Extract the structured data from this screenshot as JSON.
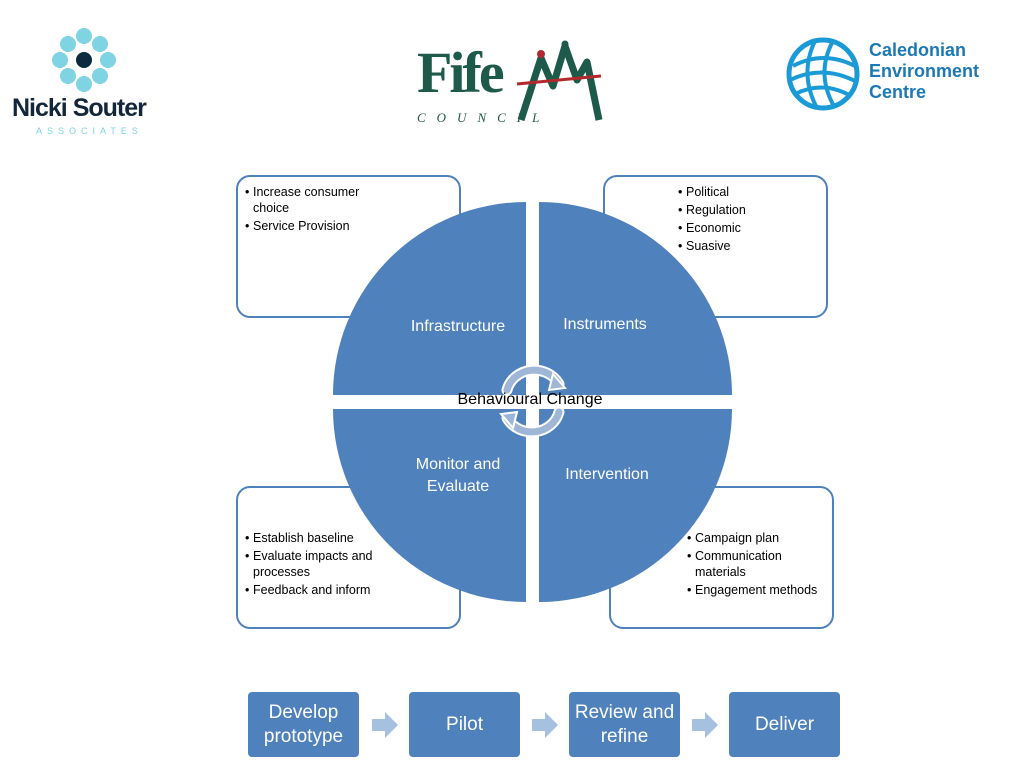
{
  "logos": {
    "nicki_souter": {
      "name": "Nicki Souter",
      "sub": "ASSOCIATES",
      "icon": "dot-grid-logo"
    },
    "fife": {
      "name": "Fife",
      "sub": "COUNCIL",
      "icon": "fife-m-logo"
    },
    "caledonian": {
      "line1": "Caledonian",
      "line2": "Environment",
      "line3": "Centre",
      "icon": "globe-logo"
    }
  },
  "cycle": {
    "center_label": "Behavioural Change",
    "center_icon": "circular-arrows-icon",
    "quadrants": {
      "top_left": "Infrastructure",
      "top_right": "Instruments",
      "bottom_left": "Monitor and Evaluate",
      "bottom_right": "Intervention"
    },
    "boxes": {
      "top_left": [
        "Increase consumer choice",
        "Service Provision"
      ],
      "top_right": [
        "Political",
        "Regulation",
        "Economic",
        "Suasive"
      ],
      "bottom_left": [
        "Establish baseline",
        "Evaluate impacts and processes",
        "Feedback and inform"
      ],
      "bottom_right": [
        "Campaign plan",
        "Communication materials",
        "Engagement methods"
      ]
    },
    "bullet": "•"
  },
  "process": {
    "steps": [
      "Develop prototype",
      "Pilot",
      "Review and refine",
      "Deliver"
    ],
    "arrow_icon": "right-arrow-icon"
  },
  "colors": {
    "primary": "#4f81bd",
    "arrow": "#a6c0e0",
    "fife_green": "#1d5a4a",
    "caledonian_blue": "#1a79b6",
    "nicki_cyan": "#7fd3e3"
  }
}
